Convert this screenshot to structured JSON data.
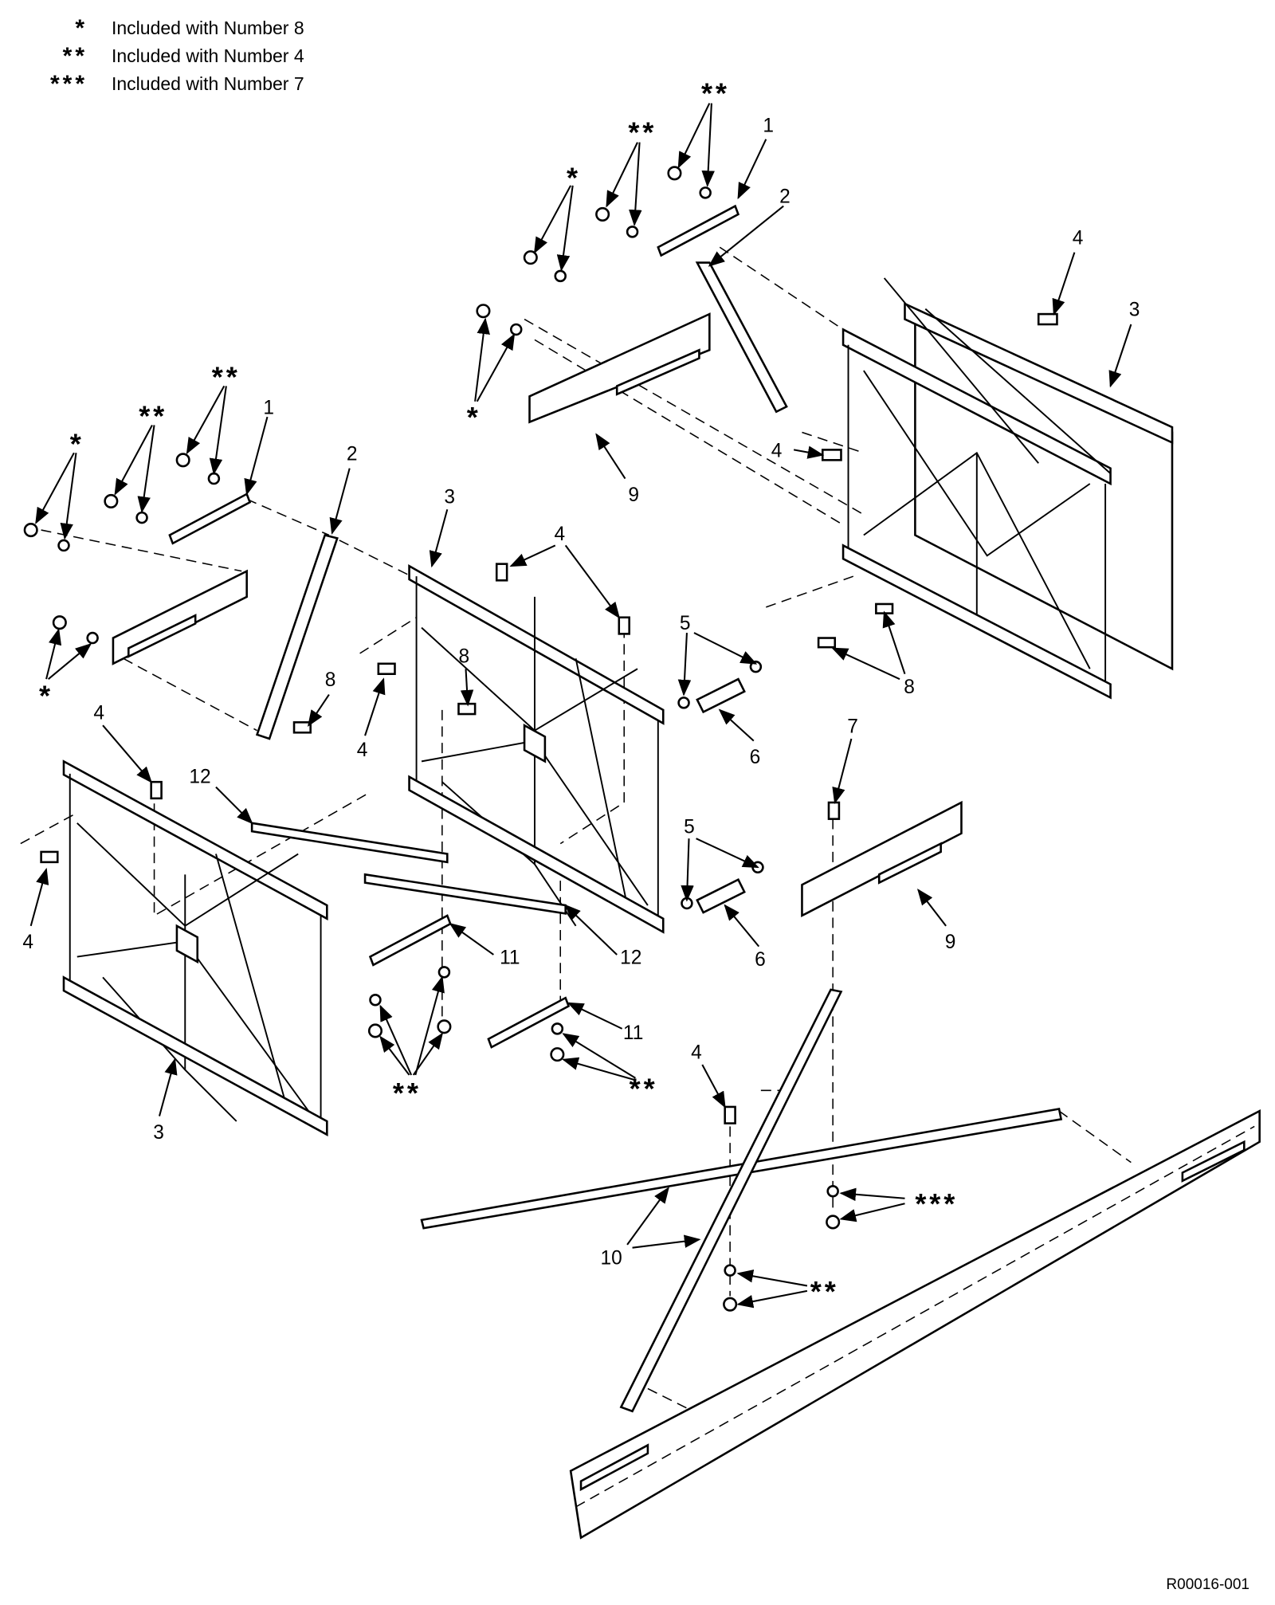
{
  "legend": [
    {
      "mark": "*",
      "text": "Included with Number 8"
    },
    {
      "mark": "**",
      "text": "Included with Number 4"
    },
    {
      "mark": "***",
      "text": "Included with Number 7"
    }
  ],
  "callouts": [
    "1",
    "2",
    "4",
    "3",
    "4",
    "9",
    "1",
    "2",
    "3",
    "4",
    "8",
    "8",
    "4",
    "5",
    "6",
    "8",
    "4",
    "12",
    "4",
    "3",
    "11",
    "12",
    "5",
    "6",
    "7",
    "9",
    "11",
    "4",
    "10"
  ],
  "asterisks": [
    "**",
    "**",
    "*",
    "*",
    "**",
    "**",
    "*",
    "*",
    "**",
    "**",
    "***",
    "**"
  ],
  "figure_code": "R00016-001"
}
